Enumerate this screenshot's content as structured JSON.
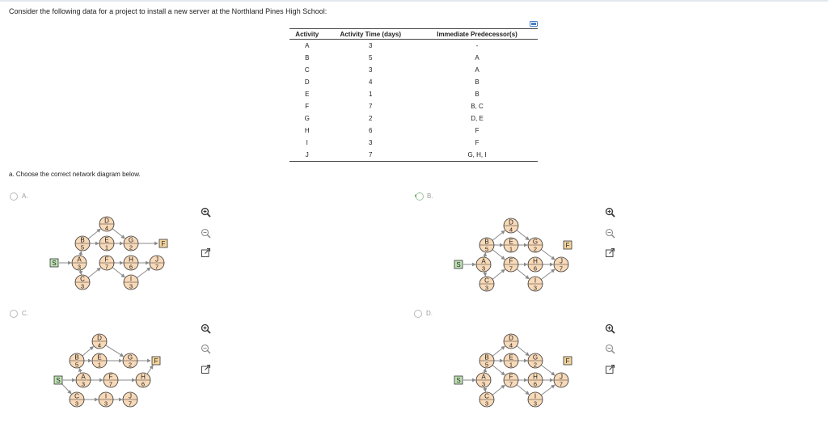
{
  "question": "Consider the following data for a project to install a new server at the Northland Pines High School:",
  "table": {
    "headers": [
      "Activity",
      "Activity Time (days)",
      "Immediate Predecessor(s)"
    ],
    "rows": [
      [
        "A",
        "3",
        "-"
      ],
      [
        "B",
        "5",
        "A"
      ],
      [
        "C",
        "3",
        "A"
      ],
      [
        "D",
        "4",
        "B"
      ],
      [
        "E",
        "1",
        "B"
      ],
      [
        "F",
        "7",
        "B, C"
      ],
      [
        "G",
        "2",
        "D, E"
      ],
      [
        "H",
        "6",
        "F"
      ],
      [
        "I",
        "3",
        "F"
      ],
      [
        "J",
        "7",
        "G, H, I"
      ]
    ]
  },
  "part_a": "a. Choose the correct network diagram below.",
  "options": [
    {
      "label": "A.",
      "selected": false
    },
    {
      "label": "B.",
      "selected": true
    },
    {
      "label": "C.",
      "selected": false
    },
    {
      "label": "D.",
      "selected": false
    }
  ],
  "diagram": {
    "start_label": "S",
    "finish_label": "F",
    "nodes": [
      {
        "id": "A",
        "time": "3"
      },
      {
        "id": "B",
        "time": "5"
      },
      {
        "id": "C",
        "time": "3"
      },
      {
        "id": "D",
        "time": "4"
      },
      {
        "id": "E",
        "time": "1"
      },
      {
        "id": "F",
        "time": "7"
      },
      {
        "id": "G",
        "time": "2"
      },
      {
        "id": "H",
        "time": "6"
      },
      {
        "id": "I",
        "time": "3"
      },
      {
        "id": "J",
        "time": "7"
      }
    ]
  },
  "colors": {
    "node_fill": "#f8d9b8",
    "start_fill": "#bfe3b4",
    "finish_fill": "#f3d49e",
    "arrow": "#8a8a8a",
    "check": "#3a9a3a"
  },
  "icons": [
    "camera-icon",
    "zoom-in-icon",
    "zoom-out-icon",
    "popout-icon",
    "checkmark-icon"
  ]
}
